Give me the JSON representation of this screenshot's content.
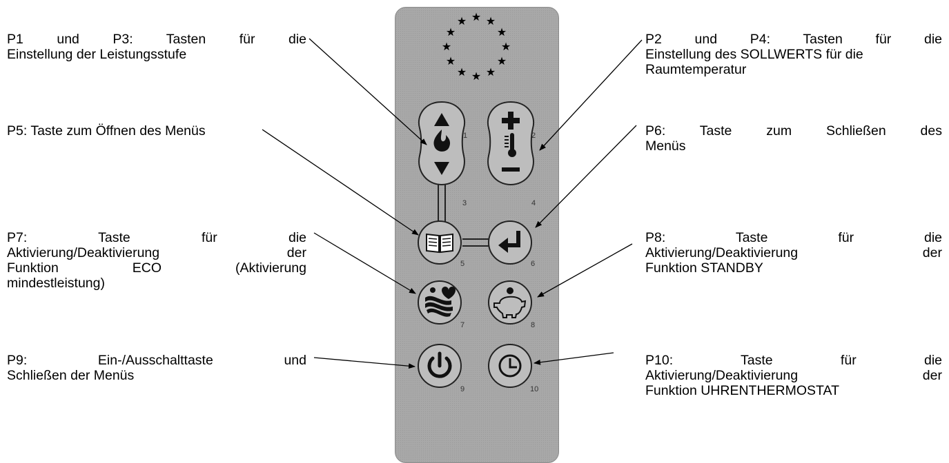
{
  "annotations": {
    "p1_p3": [
      "P1 und P3: Tasten für die",
      "Einstellung der Leistungsstufe"
    ],
    "p2_p4": [
      "P2 und P4: Tasten für die",
      "Einstellung des SOLLWERTS für die",
      "Raumtemperatur"
    ],
    "p5": [
      "P5: Taste zum Öffnen des Menüs"
    ],
    "p6": [
      "P6: Taste zum Schließen des",
      "Menüs"
    ],
    "p7": [
      "P7: Taste für die",
      "Aktivierung/Deaktivierung der",
      "Funktion ECO (Aktivierung",
      "mindestleistung)"
    ],
    "p8": [
      "P8: Taste für die",
      "Aktivierung/Deaktivierung der",
      "Funktion STANDBY"
    ],
    "p9": [
      "P9: Ein-/Ausschalttaste und",
      "Schließen der Menüs"
    ],
    "p10": [
      "P10: Taste für die",
      "Aktivierung/Deaktivierung der",
      "Funktion UHRENTHERMOSTAT"
    ]
  },
  "button_numbers": {
    "b1": "1",
    "b2": "2",
    "b3": "3",
    "b4": "4",
    "b5": "5",
    "b6": "6",
    "b7": "7",
    "b8": "8",
    "b9": "9",
    "b10": "10"
  },
  "icons": {
    "power_up": "triangle-up-icon",
    "power_down": "triangle-down-icon",
    "flame": "flame-icon",
    "temp_up": "plus-icon",
    "temp_down": "minus-icon",
    "thermometer": "thermometer-icon",
    "menu": "book-icon",
    "enter": "enter-arrow-icon",
    "eco": "eco-icon",
    "standby": "piggy-bank-icon",
    "power": "power-icon",
    "clock": "clock-icon",
    "stars": "eu-stars-icon"
  },
  "colors": {
    "panel": "#a8a8a8",
    "button_fill": "#c0c0c0",
    "button_outline": "#222222",
    "glyph": "#111111"
  }
}
